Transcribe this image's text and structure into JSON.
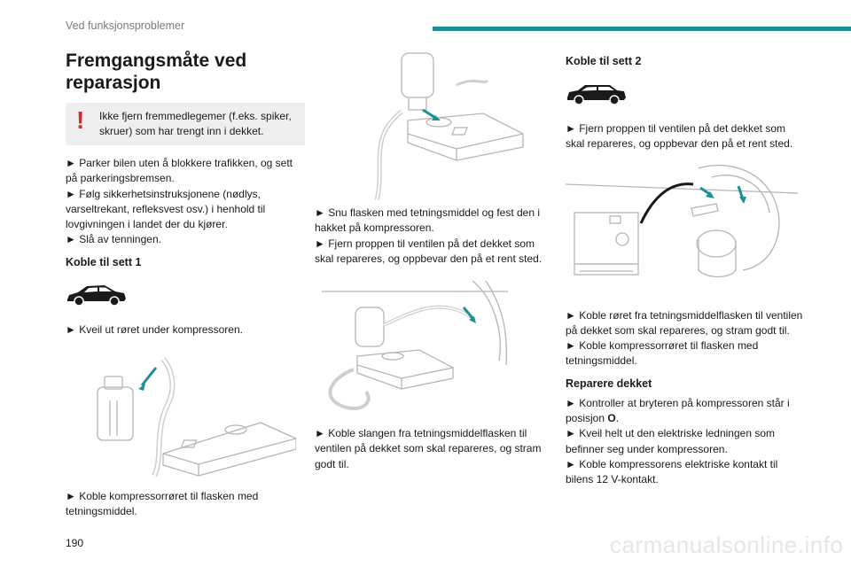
{
  "header": {
    "section_title": "Ved funksjonsproblemer",
    "page_number": "190",
    "accent_color": "#1e8f97"
  },
  "col1": {
    "heading": "Fremgangsmåte ved reparasjon",
    "warning_mark": "!",
    "warning": "Ikke fjern fremmedlegemer (f.eks. spiker, skruer) som har trengt inn i dekket.",
    "steps": [
      "► Parker bilen uten å blokkere trafikken, og sett på parkeringsbremsen.",
      "► Følg sikkerhetsinstruksjonene (nødlys, varseltrekant, refleksvest osv.) i henhold til lovgivningen i landet der du kjører.",
      "► Slå av tenningen."
    ],
    "kit1_heading": "Koble til sett 1",
    "step_uncoil": "► Kveil ut røret under kompressoren.",
    "step_connect_bottle": "► Koble kompressorrøret til flasken med tetningsmiddel."
  },
  "col2": {
    "steps_a": [
      "► Snu flasken med tetningsmiddel og fest den i hakket på kompressoren.",
      "► Fjern proppen til ventilen på det dekket som skal repareres, og oppbevar den på et rent sted."
    ],
    "step_hose": "► Koble slangen fra tetningsmiddelflasken til ventilen på dekket som skal repareres, og stram godt til."
  },
  "col3": {
    "kit2_heading": "Koble til sett 2",
    "step_cap": "► Fjern proppen til ventilen på det dekket som skal repareres, og oppbevar den på et rent sted.",
    "steps_b": [
      "► Koble røret fra tetningsmiddelflasken til ventilen på dekket som skal repareres, og stram godt til.",
      "► Koble kompressorrøret til flasken med tetningsmiddel."
    ],
    "repair_heading": "Reparere dekket",
    "repair_steps": {
      "switch_prefix": "► Kontroller at bryteren på kompressoren står i posisjon ",
      "switch_value": "O",
      "switch_suffix": ".",
      "cable": "► Kveil helt ut den elektriske ledningen som befinner seg under kompressoren.",
      "plug": "► Koble kompressorens elektriske kontakt til bilens 12 V-kontakt."
    }
  },
  "footer": {
    "watermark": "carmanualsonline.info"
  }
}
